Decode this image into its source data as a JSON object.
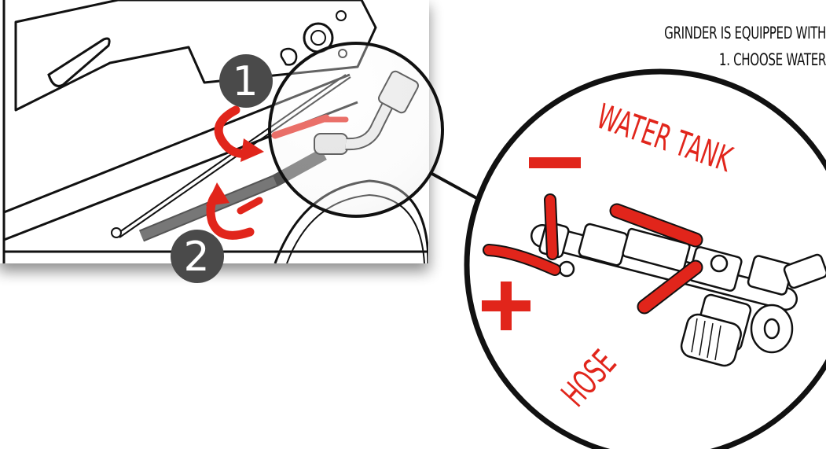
{
  "header": {
    "line1": "GRINDER IS EQUIPPED WITH",
    "line2": "1. CHOOSE WATER"
  },
  "callouts": {
    "water_tank": "WATER TANK",
    "hose": "HOSE",
    "minus": "−",
    "plus": "+"
  },
  "steps": [
    "1",
    "2"
  ],
  "colors": {
    "accent": "#e1251b",
    "badge": "#4a4a4a",
    "hose": "#6b6b6b",
    "line": "#111111"
  },
  "icons": [
    "rotate-arrow-icon",
    "rotate-arrow-icon"
  ]
}
